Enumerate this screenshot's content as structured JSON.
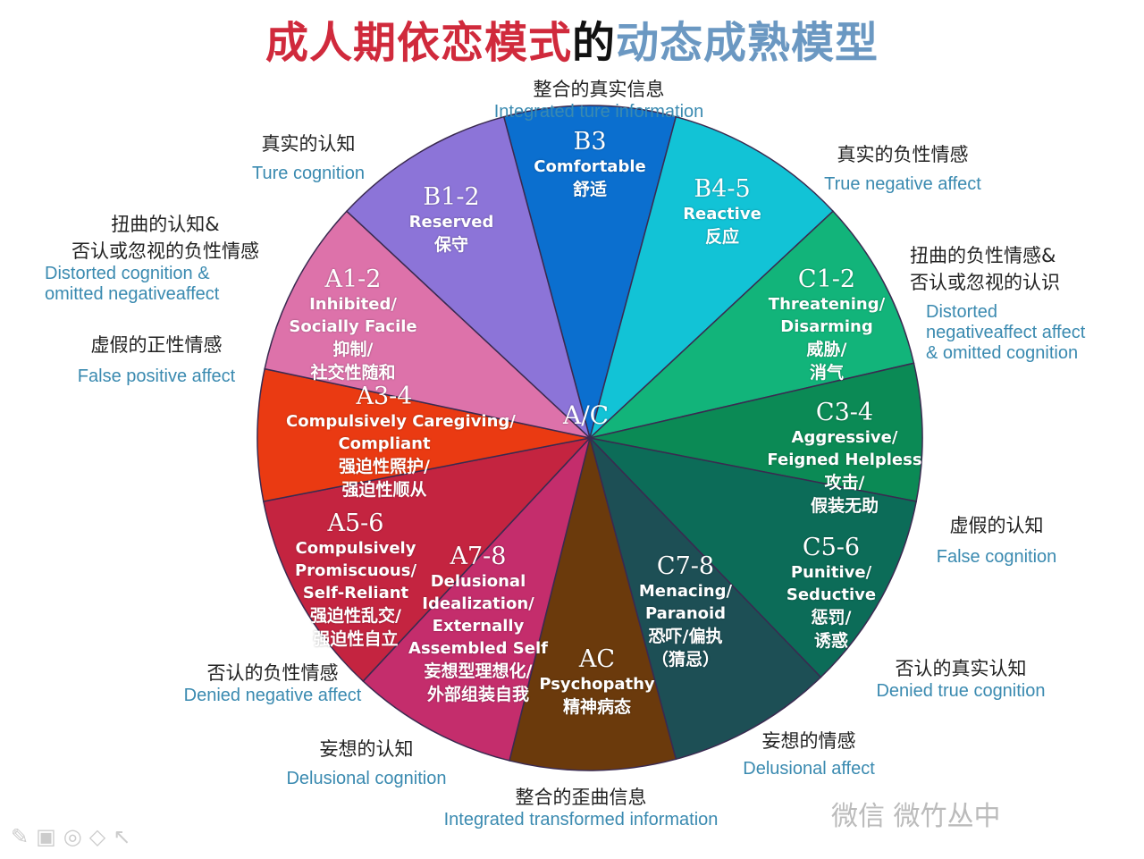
{
  "title": {
    "part1": "成人期依恋模式",
    "part2": "的",
    "part3": "动态成熟模型"
  },
  "outer_labels": {
    "top": {
      "cn": "整合的真实信息",
      "en": "Integrated ture information"
    },
    "bottom": {
      "cn": "整合的歪曲信息",
      "en": "Integrated transformed information"
    },
    "true_cognition": {
      "cn": "真实的认知",
      "en": "Ture cognition"
    },
    "true_negative_affect": {
      "cn": "真实的负性情感",
      "en": "True negative affect"
    },
    "distorted_cognition": {
      "cn1": "扭曲的认知&",
      "cn2": "否认或忽视的负性情感",
      "en1": "Distorted cognition &",
      "en2": "omitted negativeaffect"
    },
    "distorted_affect": {
      "cn1": "扭曲的负性情感&",
      "cn2": "否认或忽视的认识",
      "en1": "Distorted",
      "en2": "negativeaffect affect",
      "en3": "& omitted cognition"
    },
    "false_positive_affect": {
      "cn": "虚假的正性情感",
      "en": "False positive affect"
    },
    "false_cognition": {
      "cn": "虚假的认知",
      "en": "False cognition"
    },
    "denied_negative_affect": {
      "cn": "否认的负性情感",
      "en": "Denied negative affect"
    },
    "denied_true_cognition": {
      "cn": "否认的真实认知",
      "en": "Denied true cognition"
    },
    "delusional_cognition": {
      "cn": "妄想的认知",
      "en": "Delusional cognition"
    },
    "delusional_affect": {
      "cn": "妄想的情感",
      "en": "Delusional affect"
    }
  },
  "center_label": "A/C",
  "segments": [
    {
      "code": "B3",
      "en": [
        "Comfortable"
      ],
      "cn": [
        "舒适"
      ],
      "color": "#0b6fcf"
    },
    {
      "code": "B4-5",
      "en": [
        "Reactive"
      ],
      "cn": [
        "反应"
      ],
      "color": "#12c3d6"
    },
    {
      "code": "C1-2",
      "en": [
        "Threatening/",
        "Disarming"
      ],
      "cn": [
        "威胁/",
        "消气"
      ],
      "color": "#12b47a"
    },
    {
      "code": "C3-4",
      "en": [
        "Aggressive/",
        "Feigned Helpless"
      ],
      "cn": [
        "攻击/",
        "假装无助"
      ],
      "color": "#0b8a55"
    },
    {
      "code": "C5-6",
      "en": [
        "Punitive/",
        "Seductive"
      ],
      "cn": [
        "惩罚/",
        "诱惑"
      ],
      "color": "#0c6c58"
    },
    {
      "code": "C7-8",
      "en": [
        "Menacing/",
        "Paranoid"
      ],
      "cn": [
        "恐吓/偏执",
        "（猜忌）"
      ],
      "color": "#1d4f55"
    },
    {
      "code": "AC",
      "en": [
        "Psychopathy"
      ],
      "cn": [
        "精神病态"
      ],
      "color": "#6b3a0c"
    },
    {
      "code": "A7-8",
      "en": [
        "Delusional",
        "Idealization/",
        "Externally",
        "Assembled Self"
      ],
      "cn": [
        "妄想型理想化/",
        "外部组装自我"
      ],
      "color": "#c42d6c"
    },
    {
      "code": "A5-6",
      "en": [
        "Compulsively",
        "Promiscuous/",
        "Self-Reliant"
      ],
      "cn": [
        "强迫性乱交/",
        "强迫性自立"
      ],
      "color": "#c42440"
    },
    {
      "code": "A3-4",
      "en": [
        "Compulsively Caregiving/",
        "Compliant"
      ],
      "cn": [
        "强迫性照护/",
        "强迫性顺从"
      ],
      "color": "#ea3a12"
    },
    {
      "code": "A1-2",
      "en": [
        "Inhibited/",
        "Socially Facile"
      ],
      "cn": [
        "抑制/",
        "社交性随和"
      ],
      "color": "#dd72aa"
    },
    {
      "code": "B1-2",
      "en": [
        "Reserved"
      ],
      "cn": [
        "保守"
      ],
      "color": "#8c74d8"
    }
  ],
  "watermark": "微信 微竹丛中",
  "toolbar_icons": [
    "pen-icon",
    "slide-icon",
    "lasso-icon",
    "eraser-icon",
    "pointer-icon"
  ]
}
